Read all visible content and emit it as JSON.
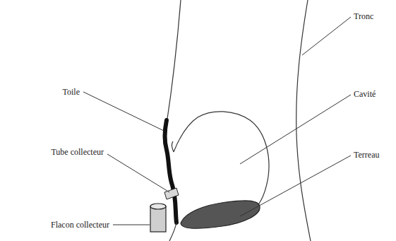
{
  "diagram": {
    "labels": [
      "Tronc",
      "Toile",
      "Cavité",
      "Terreau",
      "Tube collecteur",
      "Flacon collecteur"
    ]
  }
}
